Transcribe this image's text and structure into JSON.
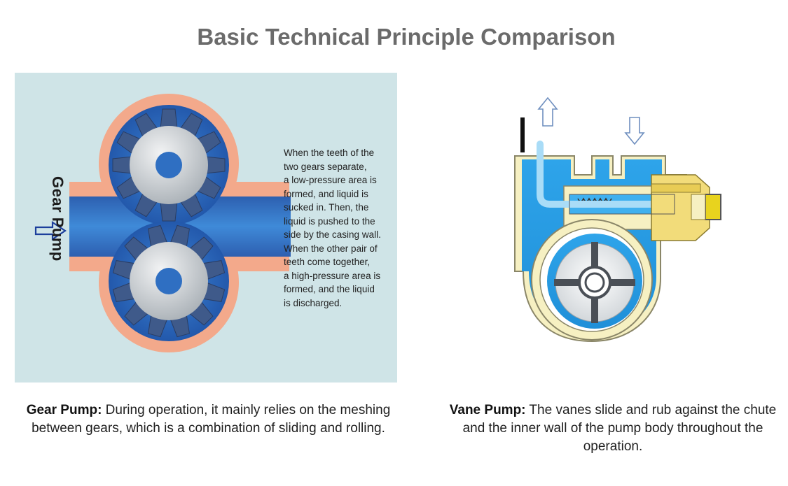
{
  "title": "Basic Technical Principle Comparison",
  "gear_pump": {
    "label": "Gear Pump",
    "description_lines": [
      "When the teeth of the",
      "two gears separate,",
      "a low-pressure area is",
      "formed, and liquid is",
      "sucked in. Then, the",
      "liquid is pushed to the",
      "side by the casing wall.",
      "When the other pair of",
      "teeth come together,",
      "a high-pressure area is",
      "formed, and the liquid",
      "is discharged."
    ],
    "caption_title": "Gear Pump:",
    "caption_text": " During operation, it mainly relies on the meshing between gears, which is a combination of sliding and rolling."
  },
  "vane_pump": {
    "caption_title": "Vane Pump:",
    "caption_text": " The vanes slide and rub against the chute and the inner wall of the pump body throughout the operation."
  },
  "colors": {
    "panel_bg": "#cfe4e7",
    "casing": "#f3a98b",
    "fluid": "#2a6fc2",
    "gear": "#d8dcde",
    "pump_blue": "#2f9fe3",
    "pump_body": "#f6f0c2"
  },
  "icons": {
    "inlet_arrow": "arrow-right-outline-icon",
    "up_arrow": "arrow-up-outline-icon",
    "down_arrow": "arrow-down-outline-icon"
  }
}
